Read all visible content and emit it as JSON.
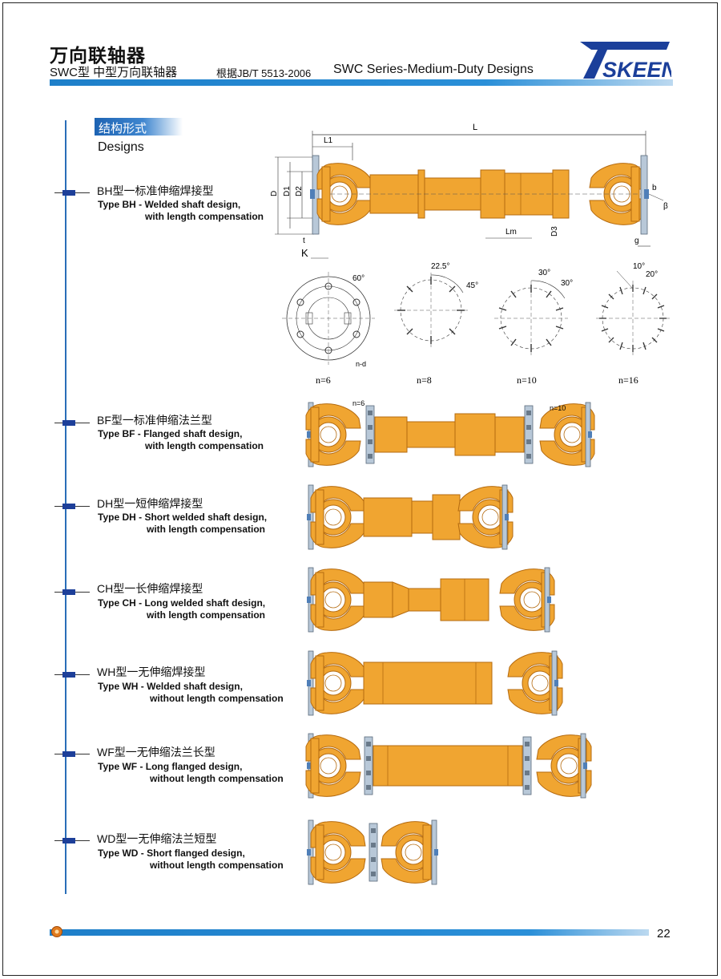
{
  "header": {
    "title": "万向联轴器",
    "subtitle": "SWC型 中型万向联轴器",
    "standard": "根据JB/T 5513-2006",
    "title_en": "SWC Series-Medium-Duty Designs",
    "logo_text": "SKEEN",
    "logo_color": "#1b3f9a"
  },
  "section": {
    "title_cn": "结构形式",
    "title_en": "Designs"
  },
  "types": [
    {
      "code": "BH",
      "cn": "BH型一标准伸缩焊接型",
      "en1": "Type BH - Welded shaft design,",
      "en2": "with length compensation"
    },
    {
      "code": "BF",
      "cn": "BF型一标准伸缩法兰型",
      "en1": "Type BF - Flanged shaft design,",
      "en2": "with length compensation"
    },
    {
      "code": "DH",
      "cn": "DH型一短伸缩焊接型",
      "en1": "Type DH - Short welded shaft design,",
      "en2": "with length compensation"
    },
    {
      "code": "CH",
      "cn": "CH型一长伸缩焊接型",
      "en1": "Type CH - Long welded shaft design,",
      "en2": "with length compensation"
    },
    {
      "code": "WH",
      "cn": "WH型一无伸缩焊接型",
      "en1": "Type WH - Welded shaft design,",
      "en2": "without length compensation"
    },
    {
      "code": "WF",
      "cn": "WF型一无伸缩法兰长型",
      "en1": "Type WF - Long flanged design,",
      "en2": "without length compensation"
    },
    {
      "code": "WD",
      "cn": "WD型一无伸缩法兰短型",
      "en1": "Type WD - Short flanged design,",
      "en2": "without length compensation"
    }
  ],
  "dims": {
    "L": "L",
    "L1": "L1",
    "D": "D",
    "D1": "D1",
    "D2": "D2",
    "D3": "D3",
    "Lm": "Lm",
    "b": "b",
    "beta": "β",
    "g": "g",
    "t": "t",
    "K": "K"
  },
  "flange_patterns": [
    {
      "n": "n=6",
      "angles": [
        "60°"
      ],
      "note": "n-d",
      "holes": 6
    },
    {
      "n": "n=8",
      "angles": [
        "22.5°",
        "45°"
      ],
      "holes": 8
    },
    {
      "n": "n=10",
      "angles": [
        "30°",
        "30°"
      ],
      "holes": 10
    },
    {
      "n": "n=16",
      "angles": [
        "10°",
        "20°"
      ],
      "holes": 16
    }
  ],
  "flange_marks": {
    "n6": "n=6",
    "n10": "n=10"
  },
  "colors": {
    "body": "#f0a531",
    "outline": "#b56b10",
    "flange": "#b8c8d8",
    "accent": "#1d3f99"
  },
  "footer": {
    "page": "22"
  }
}
